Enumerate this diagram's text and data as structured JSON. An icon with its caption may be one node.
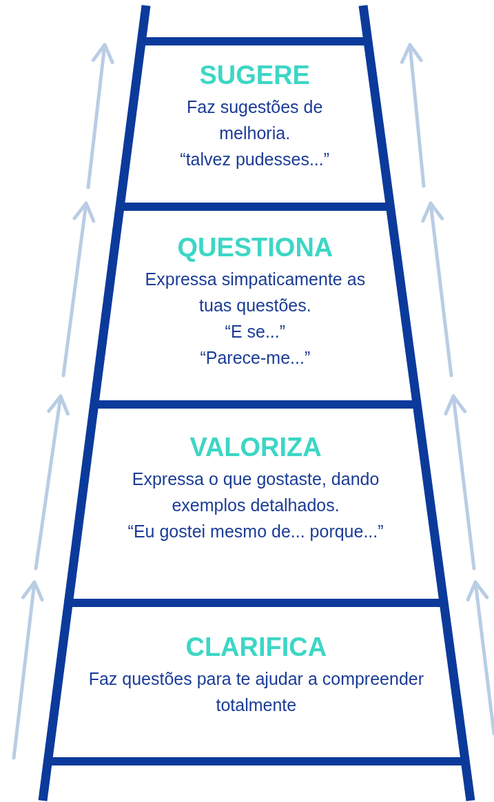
{
  "diagram": {
    "nodes": [
      {
        "text": [
          "SUGERE",
          "Faz sugestões de melhoria.",
          "“talvez pudesses...”"
        ]
      },
      {
        "text": [
          "QUESTIONA",
          "Expressa simpaticamente as tuas questões.",
          "“E se...”",
          "“Parece-me...”"
        ]
      },
      {
        "text": [
          "VALORIZA",
          "Expressa o que gostaste, dando exemplos detalhados.",
          "“Eu gostei mesmo de... porque...”"
        ]
      },
      {
        "text": [
          "CLARIFICA",
          "Faz questões para te ajudar a compreender totalmente"
        ]
      }
    ],
    "edges": []
  }
}
